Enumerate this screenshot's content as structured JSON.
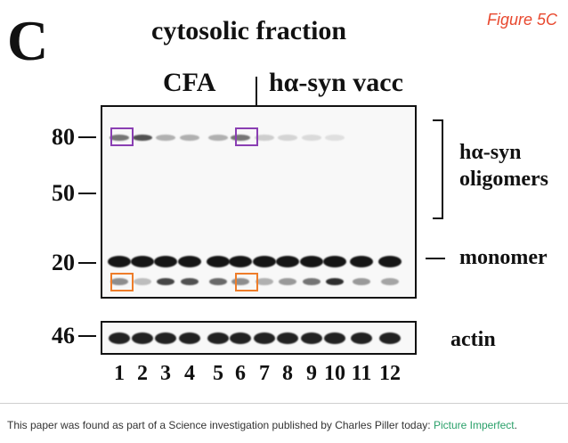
{
  "panel_letter": "C",
  "title": "cytosolic fraction",
  "figure_label": "Figure 5C",
  "groups": {
    "cfa": "CFA",
    "vacc": "hα-syn vacc"
  },
  "mw_markers": [
    "80",
    "50",
    "20",
    "46"
  ],
  "side_labels": {
    "oligomers_line1": "hα-syn",
    "oligomers_line2": "oligomers",
    "monomer": "monomer",
    "actin": "actin"
  },
  "lanes": [
    "1",
    "2",
    "3",
    "4",
    "5",
    "6",
    "7",
    "8",
    "9",
    "10",
    "11",
    "12"
  ],
  "caption": {
    "text": "This paper was found as part of a Science investigation published by Charles Piller today: ",
    "link": "Picture Imperfect",
    "end": "."
  },
  "colors": {
    "highlight_purple": "#8a3fb3",
    "highlight_orange": "#ee7d2a",
    "figure_label": "#e8482e",
    "caption_link": "#2aa06a"
  }
}
